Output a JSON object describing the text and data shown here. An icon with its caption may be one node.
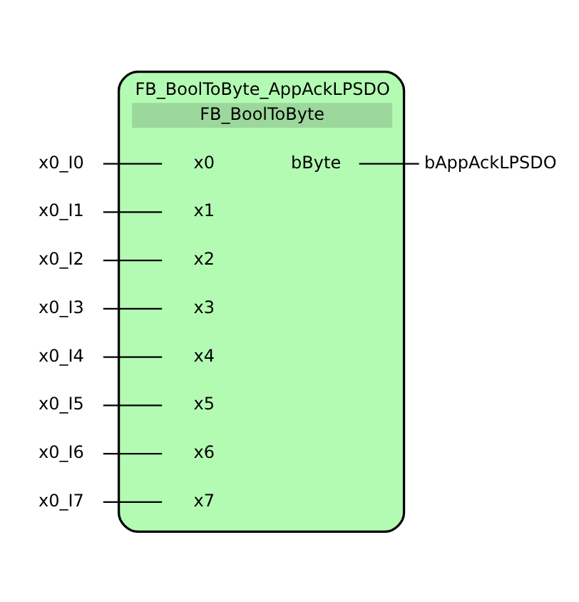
{
  "diagram": {
    "nodes": [
      {
        "text": [
          "FB_BoolToByte_AppAckLPSDO",
          "FB_BoolToByte"
        ]
      },
      {
        "text": [
          "x0_I0"
        ]
      },
      {
        "text": [
          "x0"
        ],
        "in": 0
      },
      {
        "text": [
          "bByte"
        ],
        "in": 0
      },
      {
        "text": [
          "bAppAckLPSDO"
        ]
      },
      {
        "text": [
          "x0_I1"
        ]
      },
      {
        "text": [
          "x1"
        ],
        "in": 0
      },
      {
        "text": [
          "x0_I2"
        ]
      },
      {
        "text": [
          "x2"
        ],
        "in": 0
      },
      {
        "text": [
          "x0_I3"
        ]
      },
      {
        "text": [
          "x3"
        ],
        "in": 0
      },
      {
        "text": [
          "x0_I4"
        ]
      },
      {
        "text": [
          "x4"
        ],
        "in": 0
      },
      {
        "text": [
          "x0_I5"
        ]
      },
      {
        "text": [
          "x5"
        ],
        "in": 0
      },
      {
        "text": [
          "x0_I6"
        ]
      },
      {
        "text": [
          "x6"
        ],
        "in": 0
      },
      {
        "text": [
          "x0_I7"
        ]
      },
      {
        "text": [
          "x7"
        ],
        "in": 0
      }
    ],
    "edges": [
      {
        "from": 1,
        "to": 2,
        "arrow": "none"
      },
      {
        "from": 3,
        "to": 4,
        "arrow": "none"
      },
      {
        "from": 5,
        "to": 6,
        "arrow": "none"
      },
      {
        "from": 7,
        "to": 8,
        "arrow": "none"
      },
      {
        "from": 9,
        "to": 10,
        "arrow": "none"
      },
      {
        "from": 11,
        "to": 12,
        "arrow": "none"
      },
      {
        "from": 13,
        "to": 14,
        "arrow": "none"
      },
      {
        "from": 15,
        "to": 16,
        "arrow": "none"
      },
      {
        "from": 17,
        "to": 18,
        "arrow": "none"
      }
    ]
  }
}
